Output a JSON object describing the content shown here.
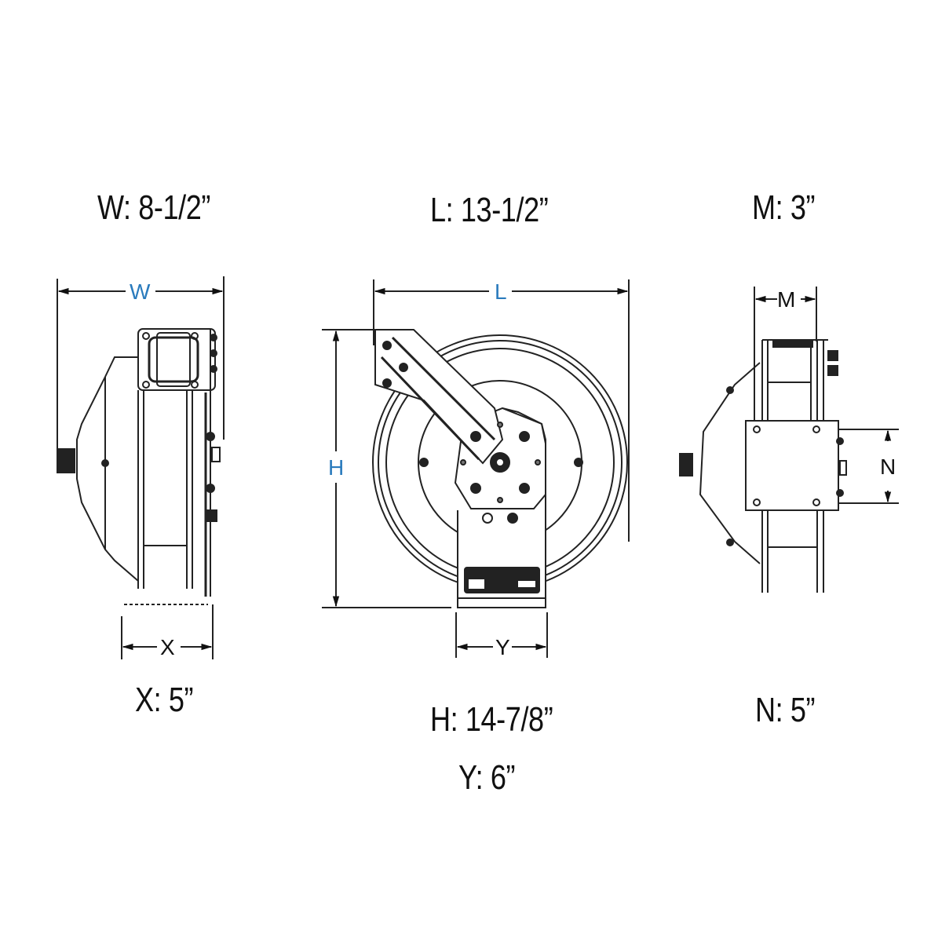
{
  "diagram": {
    "subject": "Hose reel dimension drawing",
    "accent_color": "#2a7bbd",
    "line_color": "#111111",
    "views": [
      {
        "id": "side-view-left",
        "dimension_labels": [
          "W",
          "X"
        ]
      },
      {
        "id": "front-view",
        "dimension_labels": [
          "L",
          "H",
          "Y"
        ]
      },
      {
        "id": "side-view-right",
        "dimension_labels": [
          "M",
          "N"
        ]
      }
    ]
  },
  "dims": {
    "W": {
      "letter": "W",
      "text": "W: 8-1/2”"
    },
    "L": {
      "letter": "L",
      "text": "L: 13-1/2”"
    },
    "M": {
      "letter": "M",
      "text": "M: 3”"
    },
    "X": {
      "letter": "X",
      "text": "X: 5”"
    },
    "H": {
      "letter": "H",
      "text": "H: 14-7/8”"
    },
    "Y": {
      "letter": "Y",
      "text": "Y: 6”"
    },
    "N": {
      "letter": "N",
      "text": "N: 5”"
    }
  }
}
